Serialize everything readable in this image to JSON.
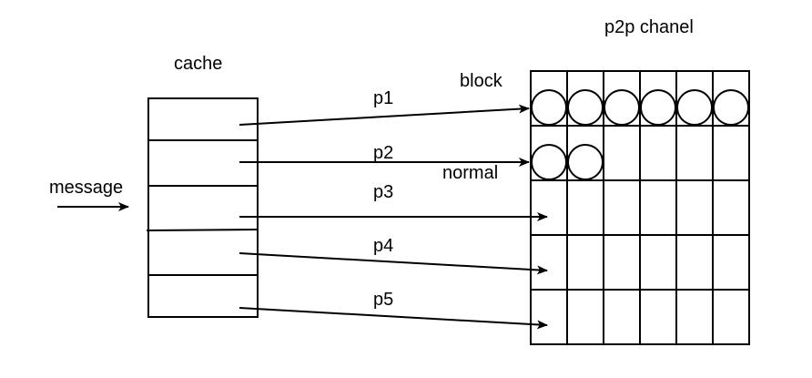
{
  "labels": {
    "channel_title": "p2p chanel",
    "cache_title": "cache",
    "message": "message",
    "block": "block",
    "normal": "normal",
    "paths": [
      "p1",
      "p2",
      "p3",
      "p4",
      "p5"
    ]
  },
  "colors": {
    "stroke": "#000000",
    "background": "#ffffff"
  },
  "channel": {
    "columns": 6,
    "rows": 5,
    "row_states": [
      "block",
      "normal",
      "",
      "",
      ""
    ],
    "messages_per_row": [
      6,
      2,
      0,
      0,
      0
    ]
  },
  "cache": {
    "slots": 5
  }
}
